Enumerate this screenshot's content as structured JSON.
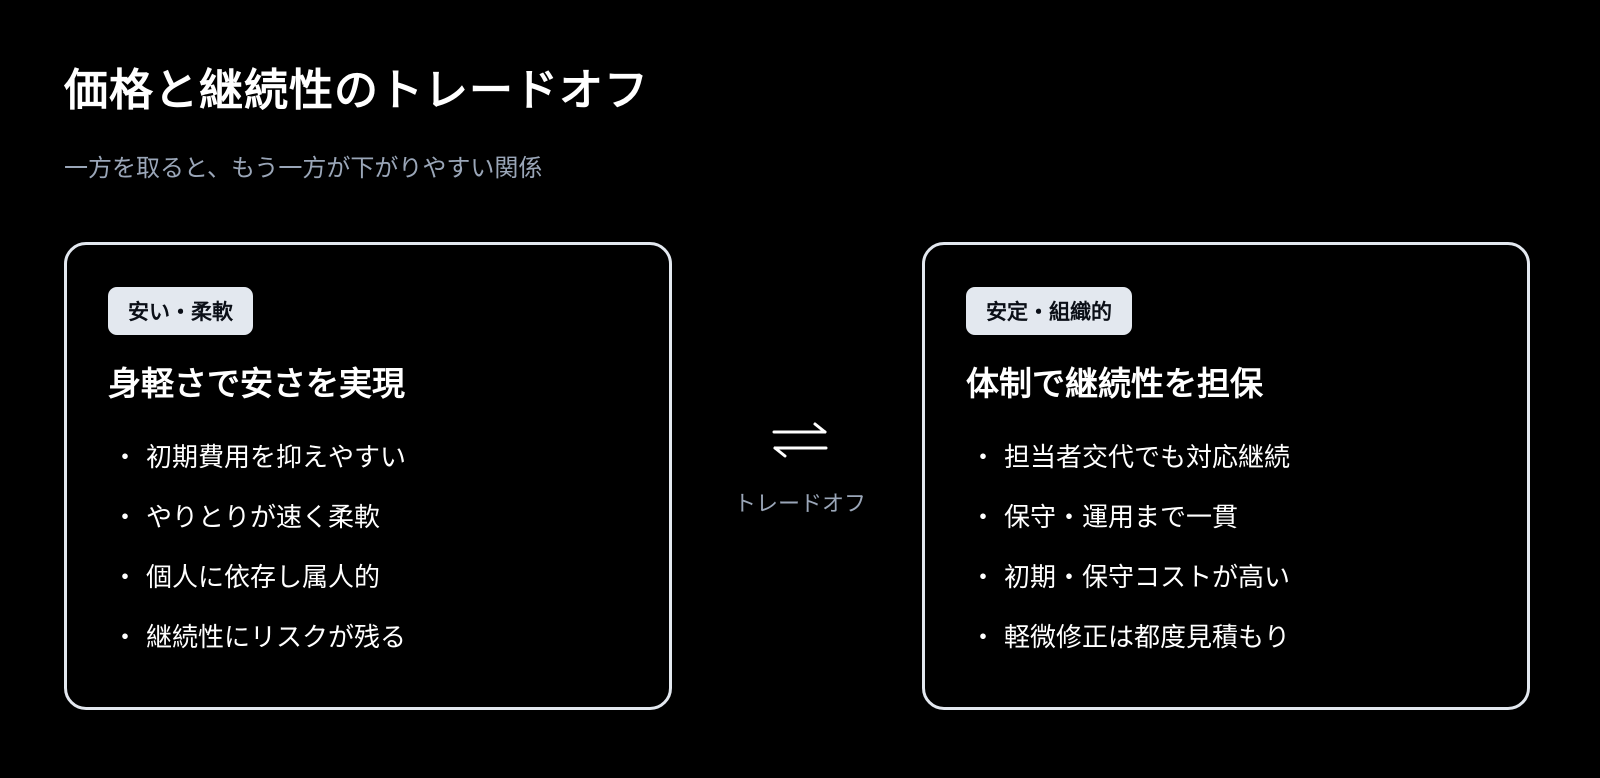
{
  "header": {
    "title": "価格と継続性のトレードオフ",
    "subtitle": "一方を取ると、もう一方が下がりやすい関係"
  },
  "left_card": {
    "badge": "安い・柔軟",
    "heading": "身軽さで安さを実現",
    "points": [
      "初期費用を抑えやすい",
      "やりとりが速く柔軟",
      "個人に依存し属人的",
      "継続性にリスクが残る"
    ]
  },
  "middle": {
    "icon": "swap-arrows-icon",
    "label": "トレードオフ"
  },
  "right_card": {
    "badge": "安定・組織的",
    "heading": "体制で継続性を担保",
    "points": [
      "担当者交代でも対応継続",
      "保守・運用まで一貫",
      "初期・保守コストが高い",
      "軽微修正は都度見積もり"
    ]
  },
  "colors": {
    "background": "#000000",
    "card_border": "#e3e8ef",
    "badge_bg": "#e3e8ef",
    "muted_text": "#9aa6b8"
  }
}
